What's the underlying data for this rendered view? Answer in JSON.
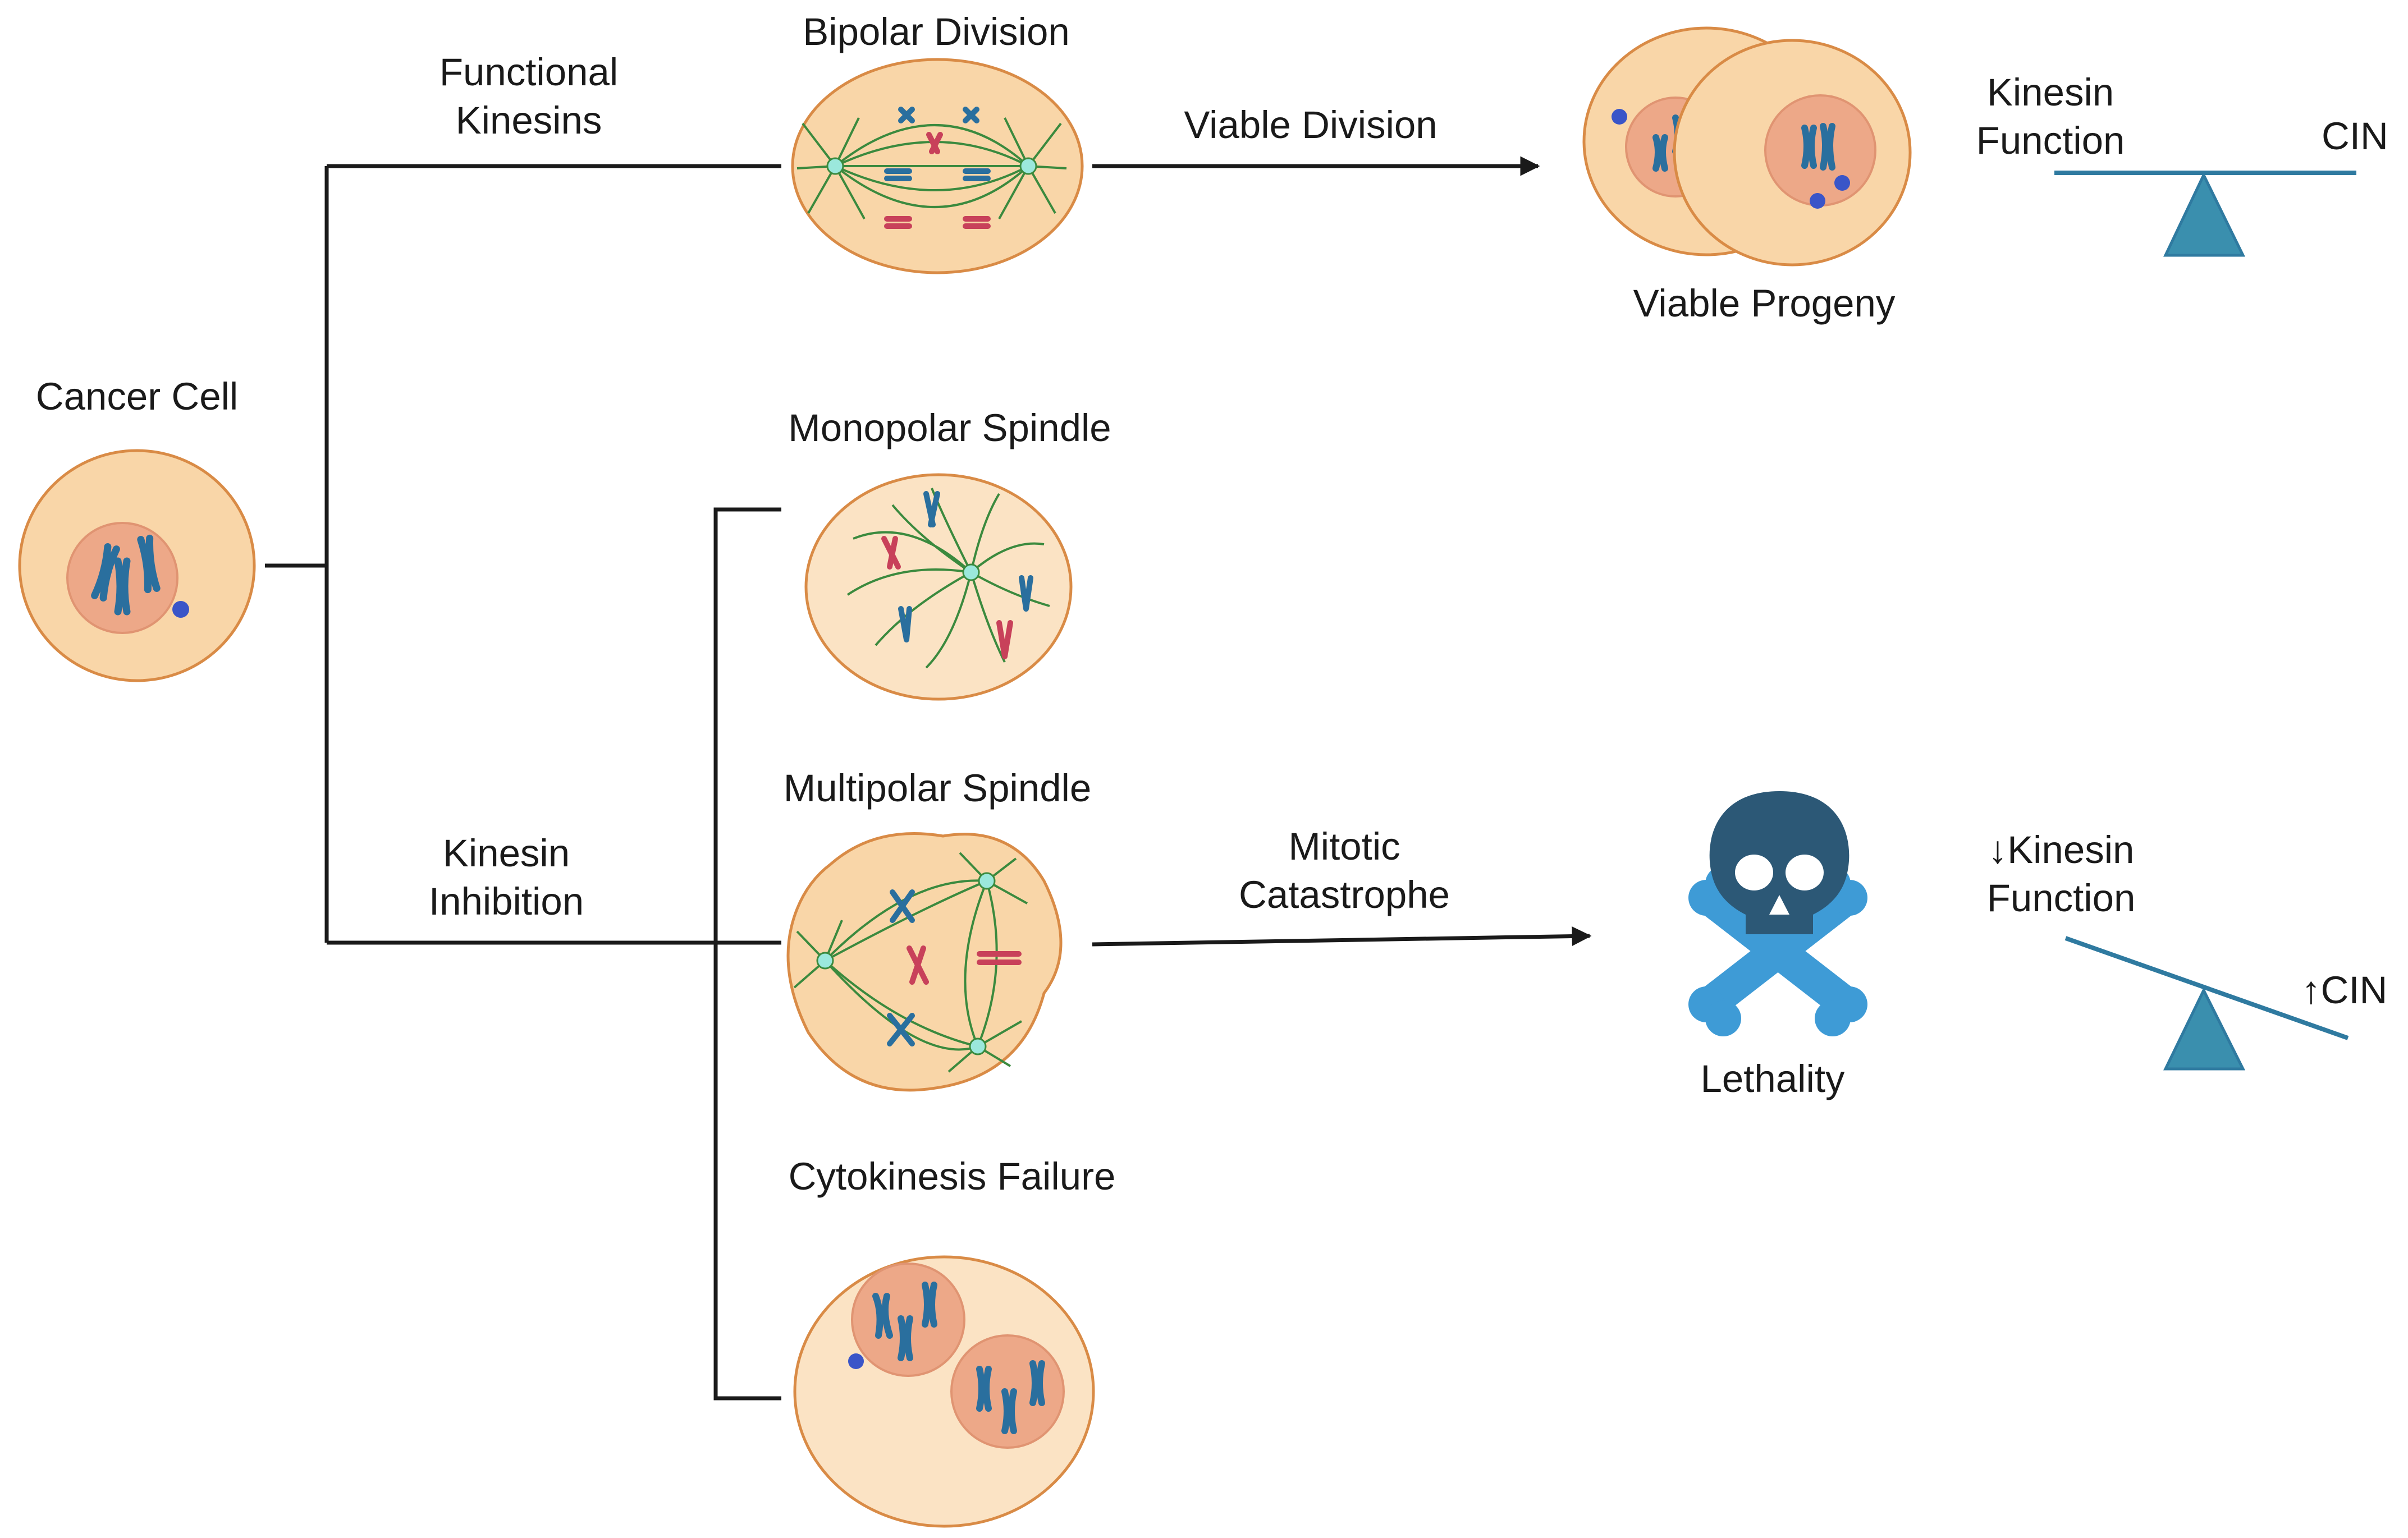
{
  "labels": {
    "cancer_cell": "Cancer Cell",
    "functional_kinesins": [
      "Functional",
      "Kinesins"
    ],
    "kinesin_inhibition": [
      "Kinesin",
      "Inhibition"
    ],
    "bipolar_division": "Bipolar Division",
    "viable_division": "Viable Division",
    "viable_progeny": "Viable Progeny",
    "monopolar_spindle": "Monopolar Spindle",
    "multipolar_spindle": "Multipolar Spindle",
    "cytokinesis_failure": "Cytokinesis Failure",
    "mitotic_catastrophe": [
      "Mitotic",
      "Catastrophe"
    ],
    "lethality": "Lethality",
    "balance_top": {
      "left": [
        "Kinesin",
        "Function"
      ],
      "right": "CIN"
    },
    "balance_bottom": {
      "left": [
        "↓Kinesin",
        "Function"
      ],
      "right": "↑CIN"
    }
  },
  "colors": {
    "cell_fill": "#f9d6a8",
    "cell_light_fill": "#fbe3c4",
    "cell_stroke": "#d98b46",
    "nucleus_fill": "#eda888",
    "nucleus_stroke": "#e09472",
    "chromosome_blue": "#2a6f9e",
    "chromosome_red": "#c8415a",
    "spindle_green": "#3b8a3e",
    "centrosome": "#9be8dc",
    "centriole": "#3a55c8",
    "skull": "#2c5876",
    "bones": "#3e9bd6",
    "balance": "#3a8fae",
    "lines": "#1a1a1a"
  },
  "icons": {
    "skull": "skull-crossbones-icon",
    "balance": "balance-scale-icon"
  }
}
